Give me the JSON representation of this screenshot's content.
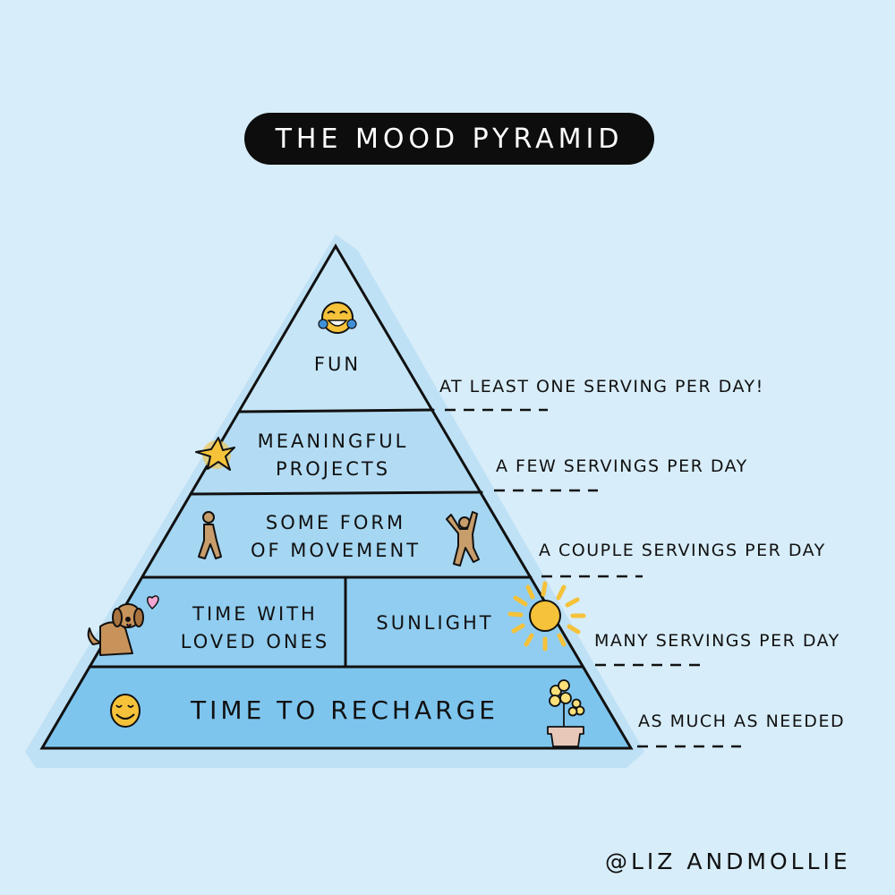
{
  "title": "THE MOOD PYRAMID",
  "tiers": [
    {
      "label_lines": [
        "FUN"
      ],
      "icon": "laughing-tears-emoji-icon",
      "servings": "AT LEAST ONE SERVING PER DAY!"
    },
    {
      "label_lines": [
        "MEANINGFUL",
        "PROJECTS"
      ],
      "icon": "star-icon",
      "servings": "A FEW SERVINGS PER DAY"
    },
    {
      "label_lines": [
        "SOME FORM",
        "OF MOVEMENT"
      ],
      "icon": "walking-person-icon",
      "icon2": "dancing-person-icon",
      "servings": "A COUPLE SERVINGS PER DAY"
    },
    {
      "label_lines": [
        "TIME WITH",
        "LOVED ONES"
      ],
      "label2": "SUNLIGHT",
      "icon": "dog-icon",
      "icon2": "sun-icon",
      "icon3": "heart-icon",
      "servings": "MANY SERVINGS PER DAY"
    },
    {
      "label_lines": [
        "TIME TO RECHARGE"
      ],
      "icon": "smiling-face-icon",
      "icon2": "potted-flower-icon",
      "servings": "AS MUCH AS NEEDED"
    }
  ],
  "credit": "@LIZ ANDMOLLIE",
  "colors": {
    "background": "#d7edf9",
    "tier1": "#c3e3f6",
    "tier2": "#b1dcf4",
    "tier3": "#a3d5f2",
    "tier4": "#8fcdf0",
    "tier5": "#7cc5ee",
    "accent_yellow": "#f5c23a",
    "outline": "#111111"
  }
}
